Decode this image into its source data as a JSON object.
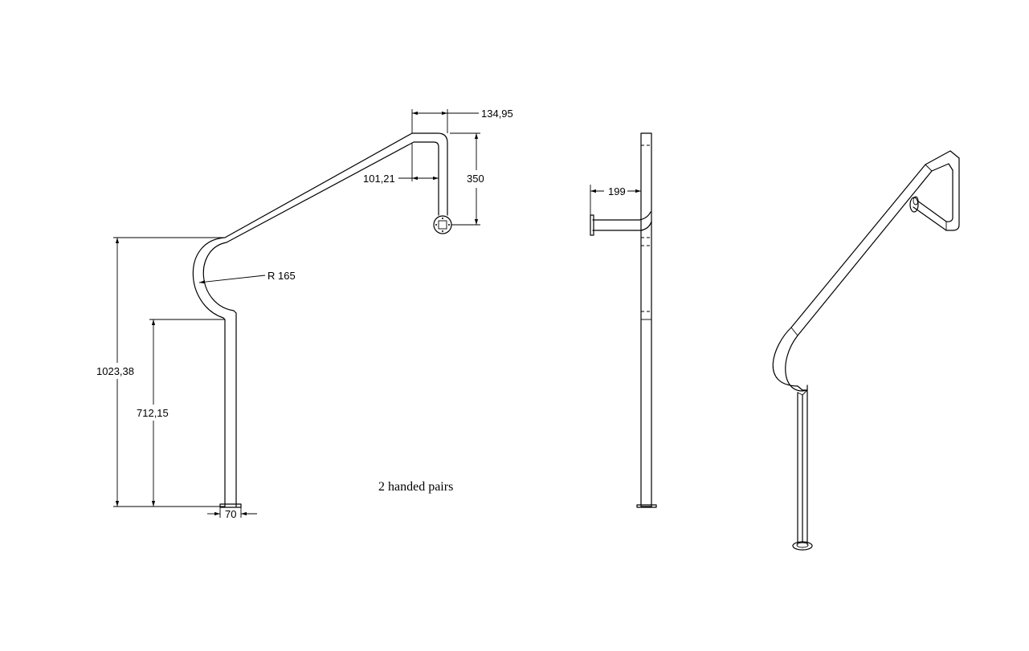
{
  "drawing": {
    "dimensions": {
      "top_offset": "134,95",
      "bracket_depth": "101,21",
      "bracket_drop": "350",
      "radius": "R 165",
      "overall_height": "1023,38",
      "post_height": "712,15",
      "post_width": "70",
      "wall_offset": "199"
    },
    "note": "2 handed pairs"
  }
}
